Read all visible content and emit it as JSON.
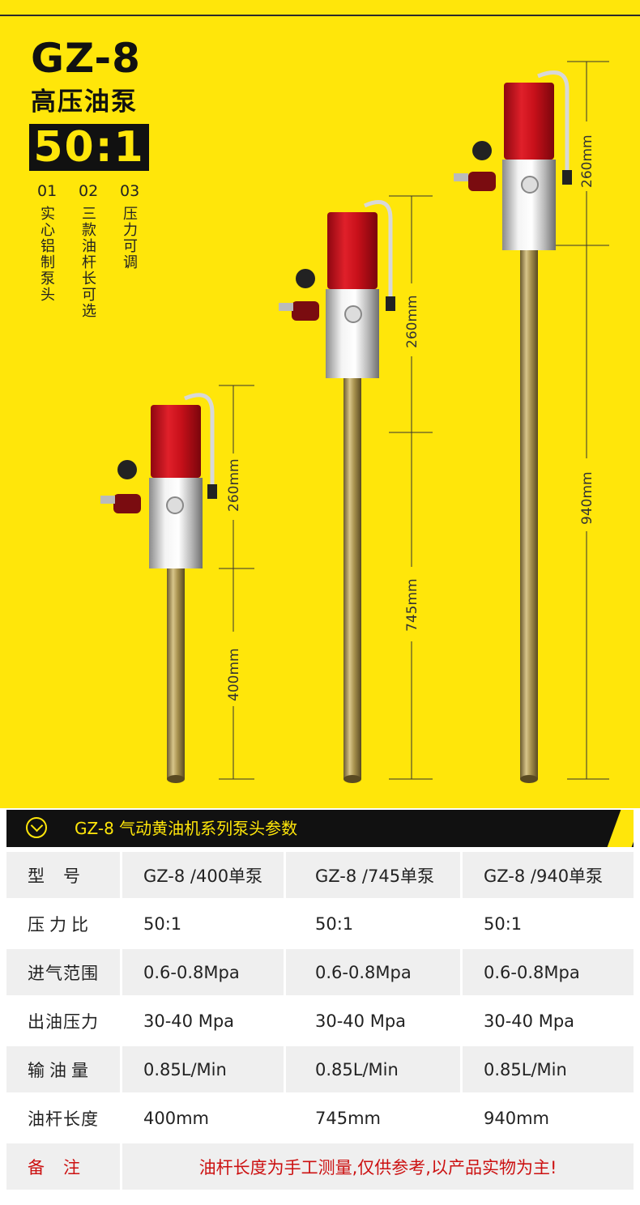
{
  "hero": {
    "model": "GZ-8",
    "subtitle": "高压油泵",
    "ratio": "50:1",
    "features": [
      {
        "num": "01",
        "text": "实心铝制泵头"
      },
      {
        "num": "02",
        "text": "三款油杆长可选"
      },
      {
        "num": "03",
        "text": "压力可调"
      }
    ],
    "dimensions": {
      "pump1_head": "260mm",
      "pump1_rod": "400mm",
      "pump2_head": "260mm",
      "pump2_rod": "745mm",
      "pump3_head": "260mm",
      "pump3_rod": "940mm"
    }
  },
  "banner": {
    "title": "GZ-8 气动黄油机系列泵头参数"
  },
  "table": {
    "rows": [
      {
        "label": "型　号",
        "v1": "GZ-8 /400单泵",
        "v2": "GZ-8 /745单泵",
        "v3": "GZ-8 /940单泵"
      },
      {
        "label": "压力比",
        "v1": "50:1",
        "v2": "50:1",
        "v3": "50:1"
      },
      {
        "label": "进气范围",
        "v1": "0.6-0.8Mpa",
        "v2": "0.6-0.8Mpa",
        "v3": "0.6-0.8Mpa"
      },
      {
        "label": "出油压力",
        "v1": "30-40 Mpa",
        "v2": "30-40 Mpa",
        "v3": "30-40 Mpa"
      },
      {
        "label": "输油量",
        "v1": "0.85L/Min",
        "v2": "0.85L/Min",
        "v3": "0.85L/Min"
      },
      {
        "label": "油杆长度",
        "v1": "400mm",
        "v2": "745mm",
        "v3": "940mm"
      }
    ],
    "note_label": "备　注",
    "note_text": "油杆长度为手工测量,仅供参考,以产品实物为主!"
  },
  "colors": {
    "brand_yellow": "#ffe60a",
    "pump_red": "#c8101a",
    "note_red": "#cc1111"
  }
}
